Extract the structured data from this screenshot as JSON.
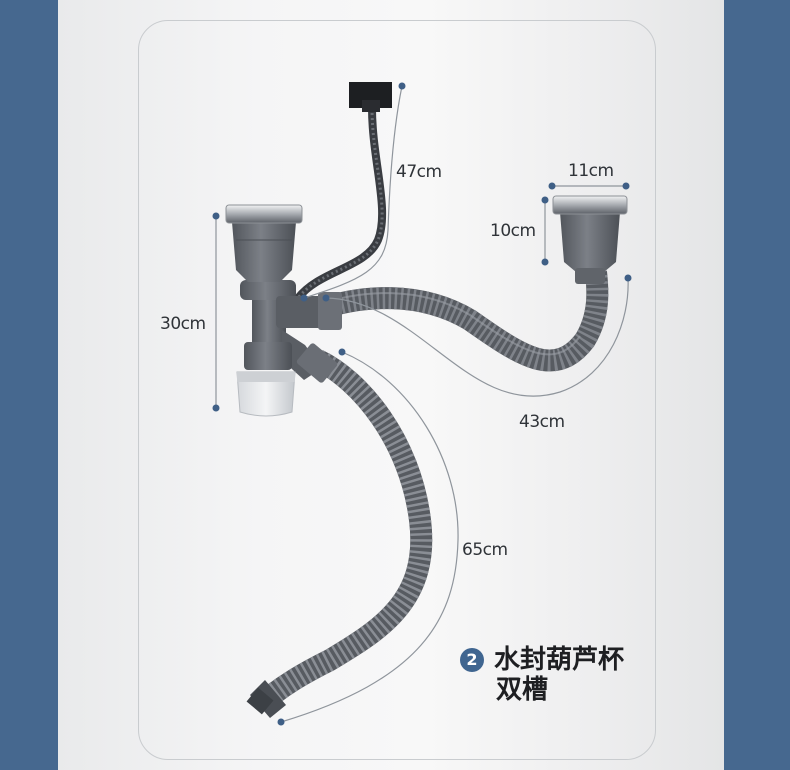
{
  "product": {
    "badge_number": "2",
    "title_line1": "水封葫芦杯",
    "title_line2": "双槽"
  },
  "dimensions": {
    "main_drain_height": "30cm",
    "overflow_hose_length": "47cm",
    "strainer_width": "11cm",
    "strainer_height": "10cm",
    "connecting_hose_length": "43cm",
    "drain_hose_length": "65cm"
  },
  "colors": {
    "background": "#46688f",
    "pipe": "#5d6168",
    "marker_dot": "#3f5f86",
    "badge": "#3f6590"
  }
}
